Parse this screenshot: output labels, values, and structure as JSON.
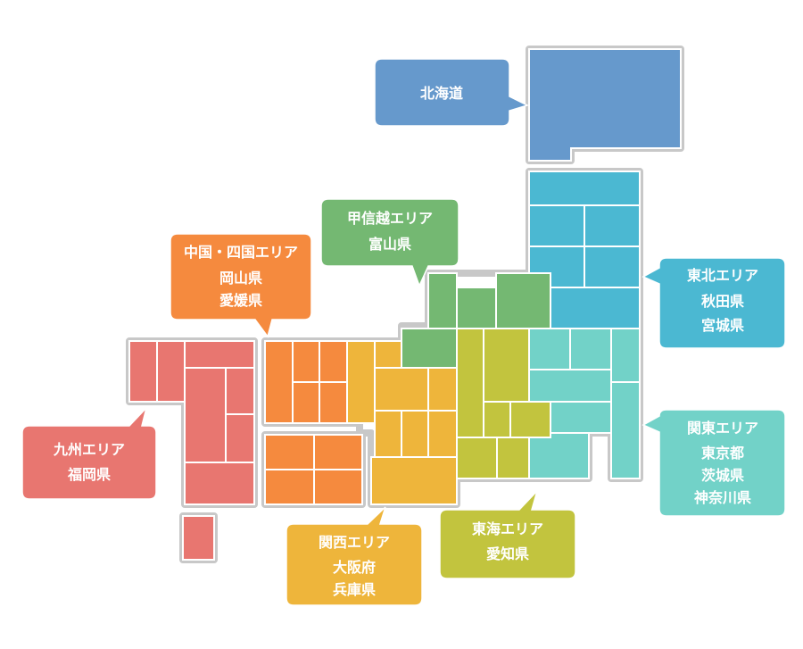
{
  "regions": [
    {
      "key": "hokkaido",
      "color": "#6699cc",
      "lines": [
        "北海道"
      ]
    },
    {
      "key": "tohoku",
      "color": "#4bb8d2",
      "lines": [
        "東北エリア",
        "秋田県",
        "宮城県"
      ]
    },
    {
      "key": "kanto",
      "color": "#72d2c8",
      "lines": [
        "関東エリア",
        "東京都",
        "茨城県",
        "神奈川県"
      ]
    },
    {
      "key": "koshinetsu",
      "color": "#74b872",
      "lines": [
        "甲信越エリア",
        "富山県"
      ]
    },
    {
      "key": "tokai",
      "color": "#c2c43e",
      "lines": [
        "東海エリア",
        "愛知県"
      ]
    },
    {
      "key": "kansai",
      "color": "#eeb53b",
      "lines": [
        "関西エリア",
        "大阪府",
        "兵庫県"
      ]
    },
    {
      "key": "chugoku-shikoku",
      "color": "#f58a3e",
      "lines": [
        "中国・四国エリア",
        "岡山県",
        "愛媛県"
      ]
    },
    {
      "key": "kyushu",
      "color": "#e87670",
      "lines": [
        "九州エリア",
        "福岡県"
      ]
    }
  ]
}
